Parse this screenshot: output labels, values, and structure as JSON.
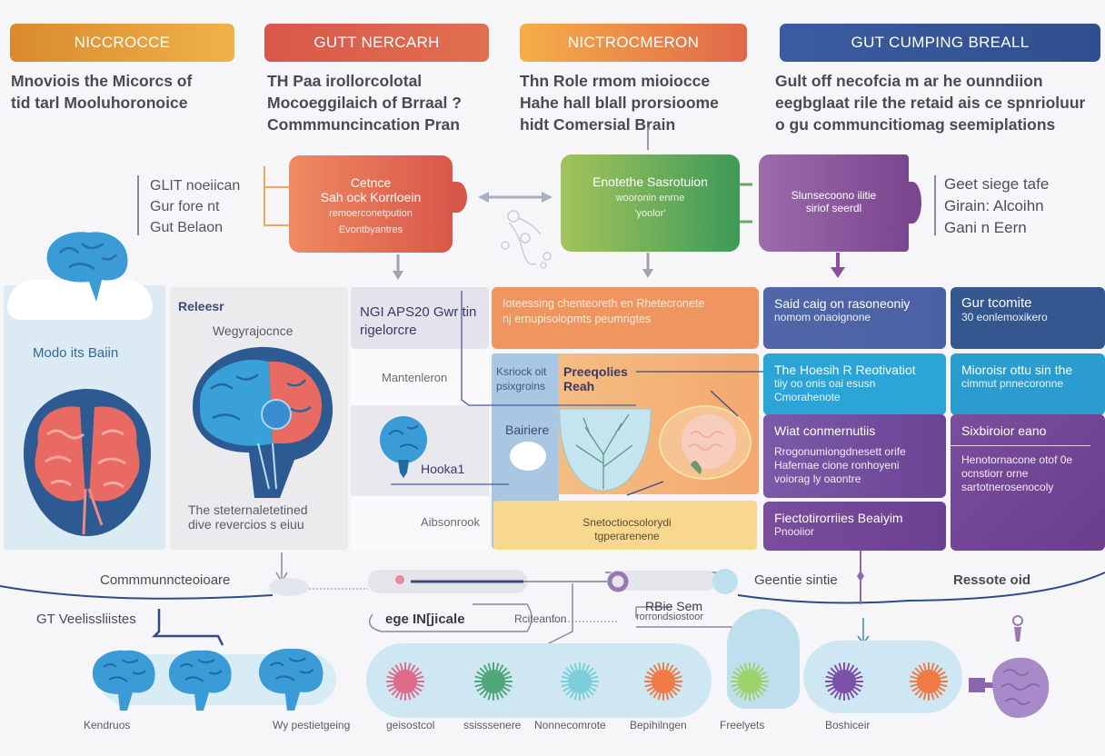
{
  "headers": [
    {
      "title": "NICCROCCE",
      "description": [
        "Mnoviois the Micorcs of",
        "tid tarl Mooluhoronoice"
      ],
      "color_from": "#d98a2e",
      "color_to": "#efb24a"
    },
    {
      "title": "GUTT NERCARH",
      "description": [
        "TH Paa irollorcolotal",
        "Mocoeggilaich of Brraal ?",
        "Commmuncincation Pran"
      ],
      "color_from": "#d9574a",
      "color_to": "#e0704e"
    },
    {
      "title": "NICTROCMERON",
      "description": [
        "Thn Role rmom mioiocce",
        "Hahe hall blall prorsioome",
        "hidt Comersial Brain"
      ],
      "color_from": "#f2a543",
      "color_to": "#e0684a"
    },
    {
      "title": "GUT CUMPING BREALL",
      "description": [
        "Gult off necofcia m ar he ounndiion",
        "eegbglaat rile the retaid ais ce spnrioluur",
        "o gu communcitiomag seemiplations"
      ],
      "color_from": "#34559a",
      "color_to": "#3d5aa0"
    }
  ],
  "left_side_label": [
    "GLIT noeiican",
    "Gur fore nt",
    "Gut Belaon"
  ],
  "right_side_label": [
    "Geet siege tafe",
    "Girain: Alcoihn",
    "Gani n Eern"
  ],
  "flow_boxes": [
    {
      "name": "cytokine-box",
      "lines": [
        "Cetnce",
        "Sah ock Korrloein",
        "remoerconetpution",
        "Evontbyantres"
      ],
      "color_from": "#ef8a62",
      "color_to": "#d9574a"
    },
    {
      "name": "microbiome-box",
      "lines": [
        "Enotethe Sasrotuion",
        "wooronin enrne",
        "'yoolor'"
      ],
      "color_from": "#9dc35e",
      "color_to": "#3e9a58"
    },
    {
      "name": "signal-box",
      "lines": [
        "Slunsecoono ilitie",
        "siriof seerdl"
      ],
      "color_from": "#9a68a8",
      "color_to": "#7a4690"
    }
  ],
  "brain_panel": {
    "title": "Modo its Baiin"
  },
  "release_panel": {
    "title": "Releesr",
    "subtitle": "Wegyrajocnce",
    "caption": [
      "The steternaletetined",
      "dive revercios s eiuu"
    ]
  },
  "gut_panel": {
    "title": [
      "NGI APS20 Gwr tin",
      "rigelorcre"
    ],
    "row2": "Mantenleron",
    "row3_label": "Hooka1",
    "row4": "Aibsonrook"
  },
  "orange_panel": {
    "banner": [
      "Ioteessing chenteoreth en Rhetecronete",
      "nj ernupisolopmts peumrigtes"
    ],
    "blue_cell": [
      "Ksriock oit",
      "psixgroins"
    ],
    "barrier": "Bairiere",
    "probiotics": [
      "Preeqolies",
      "Reah"
    ],
    "bottom": [
      "Snetoctiocsolorydi",
      "tgperarenene"
    ]
  },
  "right_grid": [
    {
      "title": "Said caig on rasoneoniy",
      "sub": "nomom onaoignone",
      "color": "#4d63a6"
    },
    {
      "title": "Gur tcomite",
      "sub": "30 eonlemoxikero",
      "color": "#3a5b9a"
    },
    {
      "title": "The Hoesih R Reotivatiot",
      "sub": "tiiy oo onis oai esusn Cmorahenote",
      "color": "#2aa2d4"
    },
    {
      "title": "Mioroisr ottu sin the",
      "sub": "cimmut pnnecoronne",
      "color": "#2a9bcf"
    },
    {
      "title": "Wiat conmernutiis",
      "sub": "Rrogonumiongdnesett orife Hafernae cione ronhoyeni voiorag ly oaontre",
      "color": "#7a4d98"
    },
    {
      "title": "Sixbiroior eano",
      "sub": "Henotornacone otof 0e ocnstiorr orne sartotnerosenocoly",
      "color": "#6c4492"
    },
    {
      "title": "Fiectotirorriies Beaiyim",
      "sub": "Pnooiior",
      "color": "#744a96"
    }
  ],
  "bottom": {
    "communication_label": "Commmunncteoioare",
    "gt_label": "GT Veelissliistes",
    "signals_label": "ege IN[jicale",
    "relation_label": "Rciteanfon",
    "rbie_label": "RBie Sem",
    "rbie_sub": "rorrondsiostoor",
    "genetic_label": "Geentie sintie",
    "resote_label": "Ressote oid",
    "brain_labels": [
      "Kendruos",
      "Wy pestietgeing"
    ],
    "microbe_labels": [
      "geisostcol",
      "ssisssenere",
      "Nonnecomrote",
      "Bepihilngen",
      "Freelyets",
      "Boshiceir"
    ],
    "microbe_colors": [
      "#e06a8a",
      "#4ea87a",
      "#7ccfd8",
      "#f07a45",
      "#9bd36a",
      "#7b52a8",
      "#f07a45"
    ]
  }
}
